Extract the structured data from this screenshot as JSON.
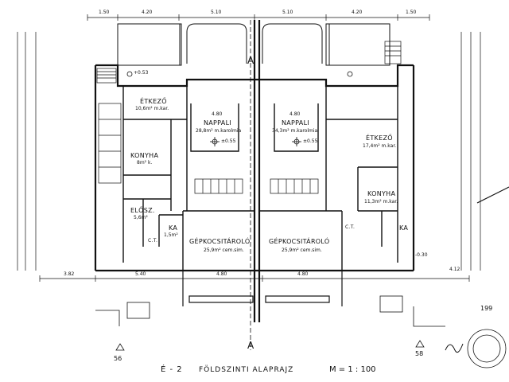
{
  "drawing": {
    "sheet_code": "É - 2",
    "title": "FÖLDSZINTI ALAPRAJZ",
    "scale": "M = 1 : 100",
    "section_marker": "A",
    "lot_numbers": [
      "56",
      "58"
    ],
    "stamp_year": "199"
  },
  "rooms": {
    "dining_left": {
      "name": "ÉTKEZŐ",
      "area": "10,6m² m.kar."
    },
    "living_left": {
      "name": "NAPPALI",
      "area": "28,8m² m.karolmia"
    },
    "living_right": {
      "name": "NAPPALI",
      "area": "34,3m² m.karolmia"
    },
    "dining_right": {
      "name": "ÉTKEZŐ",
      "area": "17,4m² m.kar."
    },
    "kitchen_left": {
      "name": "KONYHA",
      "area": "8m² k."
    },
    "kitchen_right": {
      "name": "KONYHA",
      "area": "11,3m² m.kar."
    },
    "hall_left": {
      "name": "ELŐSZ.",
      "area": "5,6m²"
    },
    "bath_left": {
      "name": "KA",
      "area": "1,5m²"
    },
    "bath_right": {
      "name": "KA",
      "area": ""
    },
    "garage_left": {
      "name": "GÉPKOCSITÁROLÓ",
      "area": "25,9m² cem.sim."
    },
    "garage_right": {
      "name": "GÉPKOCSITÁROLÓ",
      "area": "25,9m² cem.sim."
    },
    "storage_left": {
      "name": "C.T.",
      "area": ""
    },
    "storage_right": {
      "name": "C.T.",
      "area": ""
    }
  },
  "dimensions": {
    "top_left_1": "1.50",
    "top_left_2": "4.20",
    "top_center_left": "5.10",
    "top_center_right": "5.10",
    "top_right": "4.20",
    "top_right_2": "1.50",
    "bottom_left": "3.82",
    "bottom_mid_left": "5.40",
    "bottom_garage_left": "4.80",
    "bottom_garage_right": "4.80",
    "bottom_right": "4.12",
    "living_left_width": "4.80",
    "living_right_width": "4.80",
    "level_left": "±0.55",
    "level_right": "±0.55",
    "level_garage": "-0.30",
    "level_upper": "+0.53"
  }
}
